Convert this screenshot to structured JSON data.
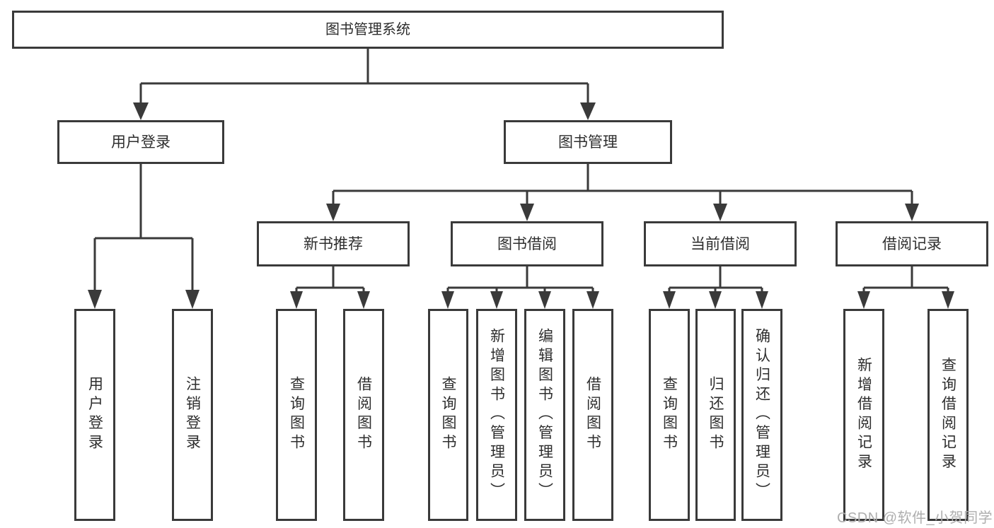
{
  "diagram": {
    "root": {
      "label": "图书管理系统"
    },
    "branches": {
      "user": {
        "label": "用户登录",
        "children": [
          "用户登录",
          "注销登录"
        ]
      },
      "book": {
        "label": "图书管理"
      }
    },
    "modules": [
      {
        "label": "新书推荐",
        "children": [
          "查询图书",
          "借阅图书"
        ]
      },
      {
        "label": "图书借阅",
        "children": [
          "查询图书",
          "新增图书（管理员）",
          "编辑图书（管理员）",
          "借阅图书"
        ]
      },
      {
        "label": "当前借阅",
        "children": [
          "查询图书",
          "归还图书",
          "确认归还（管理员）"
        ]
      },
      {
        "label": "借阅记录",
        "children": [
          "新增借阅记录",
          "查询借阅记录"
        ]
      }
    ]
  },
  "watermark": {
    "text": "CSDN @软件_小贺同学"
  },
  "colors": {
    "line": "#3a3a3a",
    "text": "#2e2e2e",
    "background": "#ffffff",
    "watermark": "#aeaeae"
  }
}
